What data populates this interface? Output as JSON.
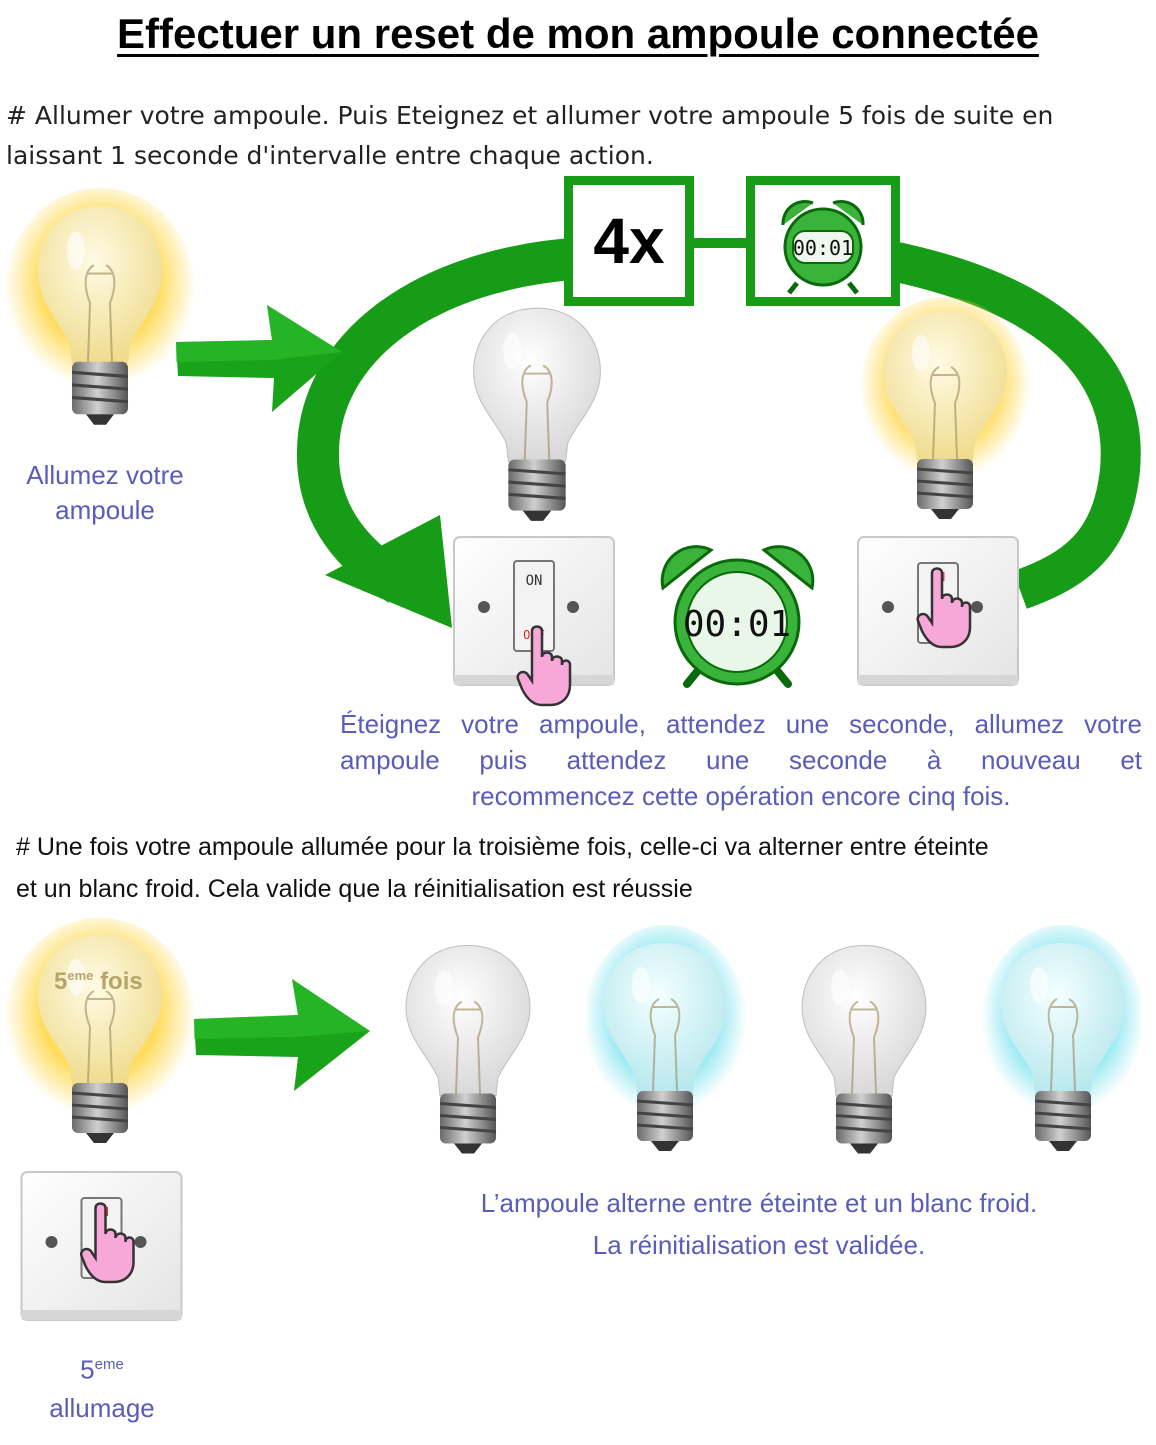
{
  "title": "Effectuer un reset de mon ampoule connectée",
  "step1": {
    "line1": "# Allumer votre ampoule. Puis Eteignez et allumer votre ampoule 5 fois de suite en",
    "line2": "laissant 1 seconde d'intervalle entre chaque action."
  },
  "loop": {
    "repeat_label": "4x",
    "timer_small": "00:01",
    "timer_large": "00:01"
  },
  "switch": {
    "on_label": "ON",
    "off_label": "OFF"
  },
  "caption_turn_on": {
    "line1": "Allumez votre",
    "line2": "ampoule"
  },
  "caption_cycle": {
    "line1": "Éteignez votre ampoule, attendez une seconde, allumez votre",
    "line2": "ampoule puis attendez une seconde à nouveau et",
    "line3": "recommencez cette opération encore cinq fois."
  },
  "step2": {
    "line1": "# Une fois votre ampoule allumée pour la troisième fois, celle-ci va alterner entre éteinte",
    "line2": "et un blanc froid. Cela valide que la réinitialisation est réussie"
  },
  "fifth_bulb": {
    "num": "5",
    "sup": "eme",
    "word": "fois"
  },
  "caption_fifth": {
    "num": "5",
    "sup": "eme",
    "word": "allumage"
  },
  "caption_result": {
    "line1": "L’ampoule alterne entre éteinte et un blanc froid.",
    "line2": "La réinitialisation est validée."
  },
  "colors": {
    "green": "#169c16",
    "green_dark": "#0f7f0f",
    "caption_blue": "#5a5cb8",
    "bulb_yellow": "#f4e29a",
    "bulb_cyan": "#bdeef4",
    "hand_pink": "#f7a8d8"
  }
}
